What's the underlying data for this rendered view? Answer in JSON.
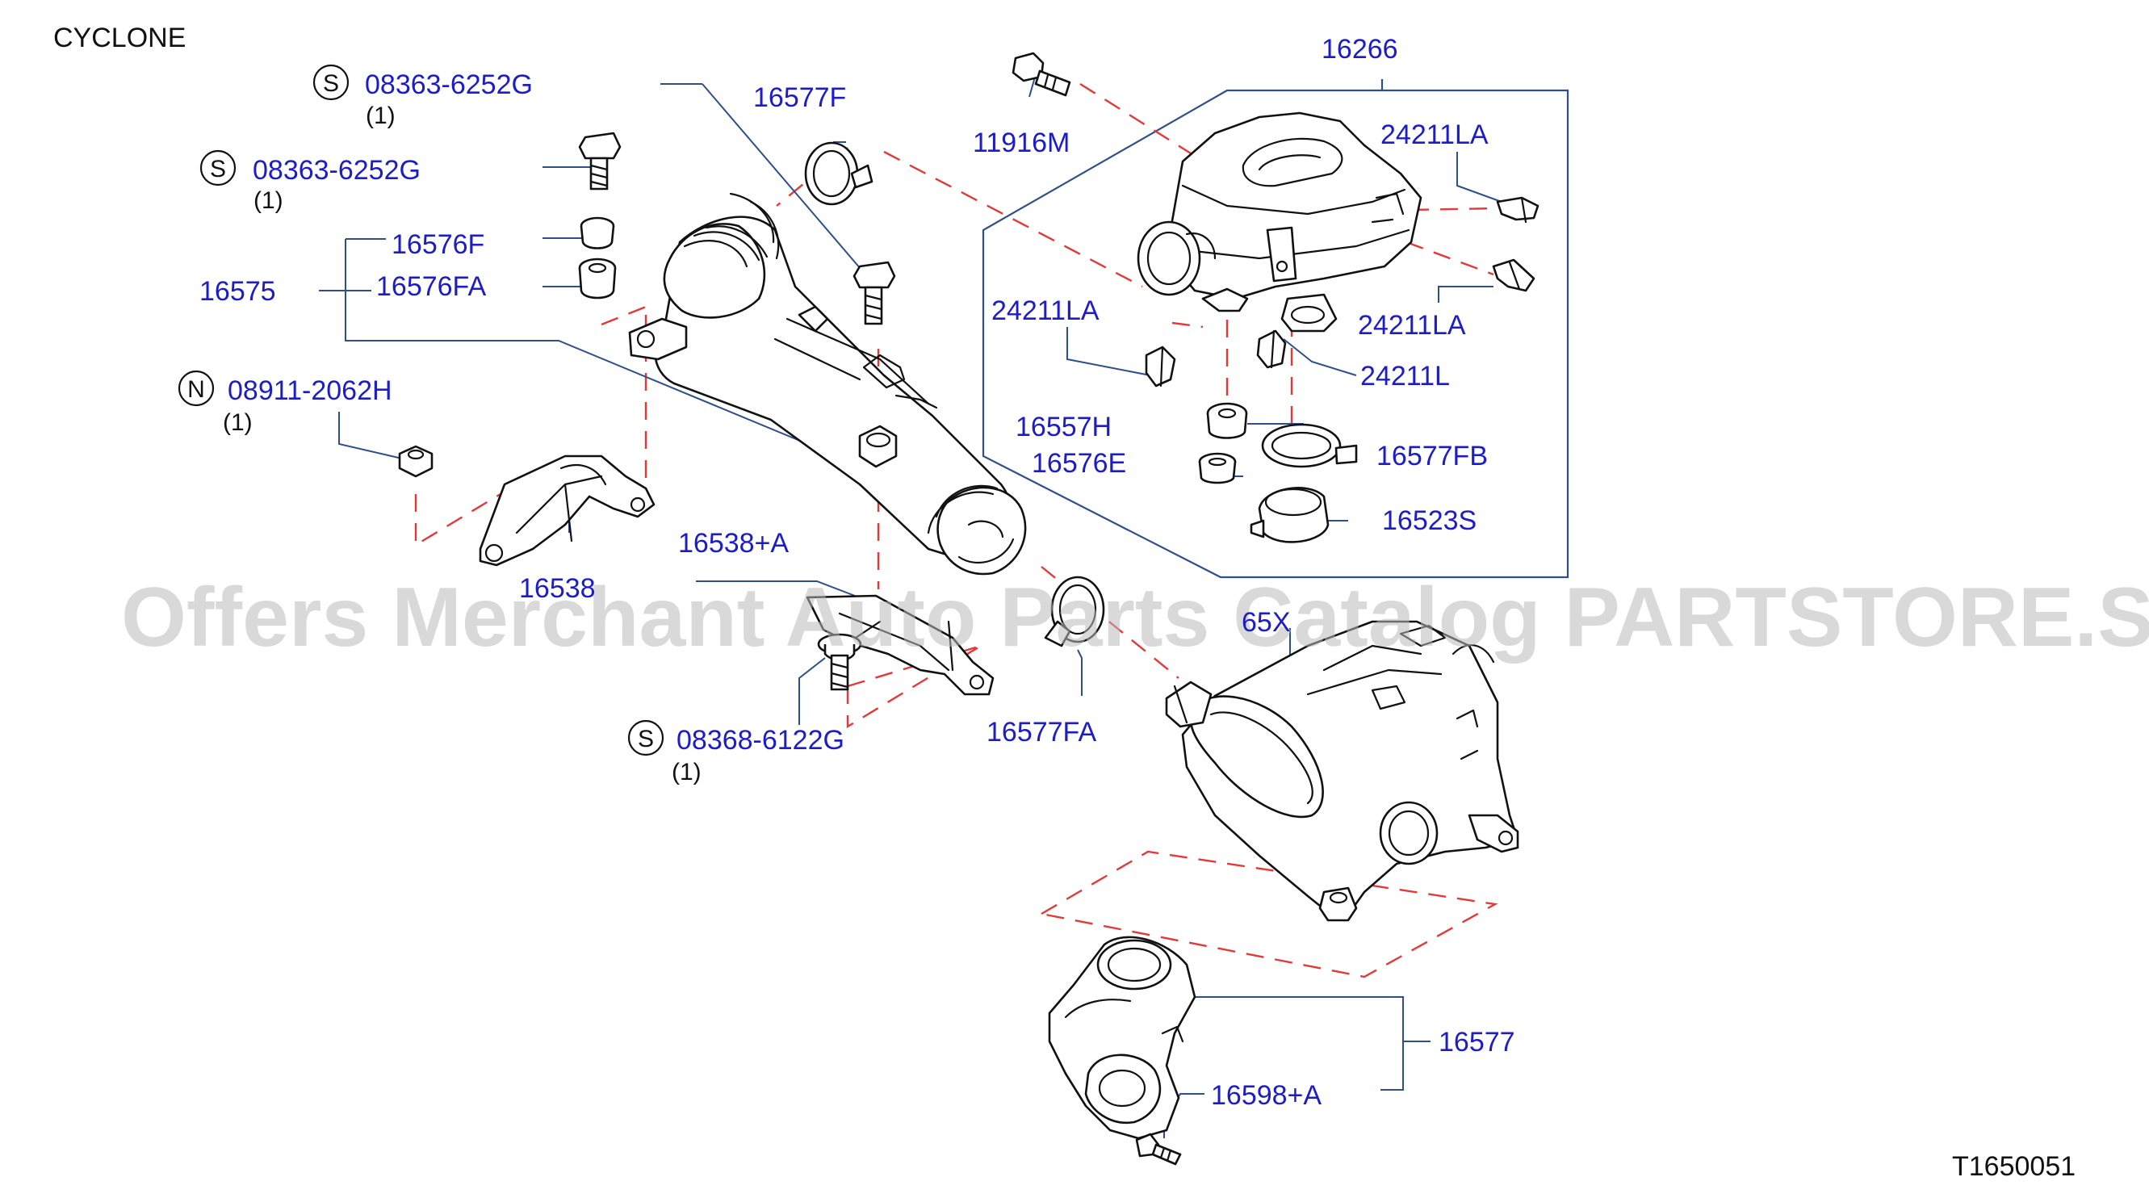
{
  "diagram": {
    "variant": "CYCLONE",
    "figure_code": "T1650051",
    "watermark": "Offers Merchant Auto Parts Catalog PARTSTORE.SA",
    "colors": {
      "part_number": "#1d1dc8",
      "leader": "#2e4f8a",
      "phantom_line": "#e23a3a",
      "outline": "#111111"
    },
    "labels": {
      "p08363a": "08363-6252G",
      "p08363a_qty": "(1)",
      "p08363a_mark": "S",
      "p08363b": "08363-6252G",
      "p08363b_qty": "(1)",
      "p08363b_mark": "S",
      "p16576f": "16576F",
      "p16575": "16575",
      "p16576fa": "16576FA",
      "p08911": "08911-2062H",
      "p08911_qty": "(1)",
      "p08911_mark": "N",
      "p16538": "16538",
      "p16538a": "16538+A",
      "p08368": "08368-6122G",
      "p08368_qty": "(1)",
      "p08368_mark": "S",
      "p16577f": "16577F",
      "p11916m": "11916M",
      "p16266": "16266",
      "p24211la_1": "24211LA",
      "p24211la_2": "24211LA",
      "p24211la_3": "24211LA",
      "p24211l": "24211L",
      "p16557h": "16557H",
      "p16576e": "16576E",
      "p16577fb": "16577FB",
      "p16523s": "16523S",
      "p16577fa": "16577FA",
      "p65x": "65X",
      "p16577": "16577",
      "p16598a": "16598+A"
    }
  }
}
